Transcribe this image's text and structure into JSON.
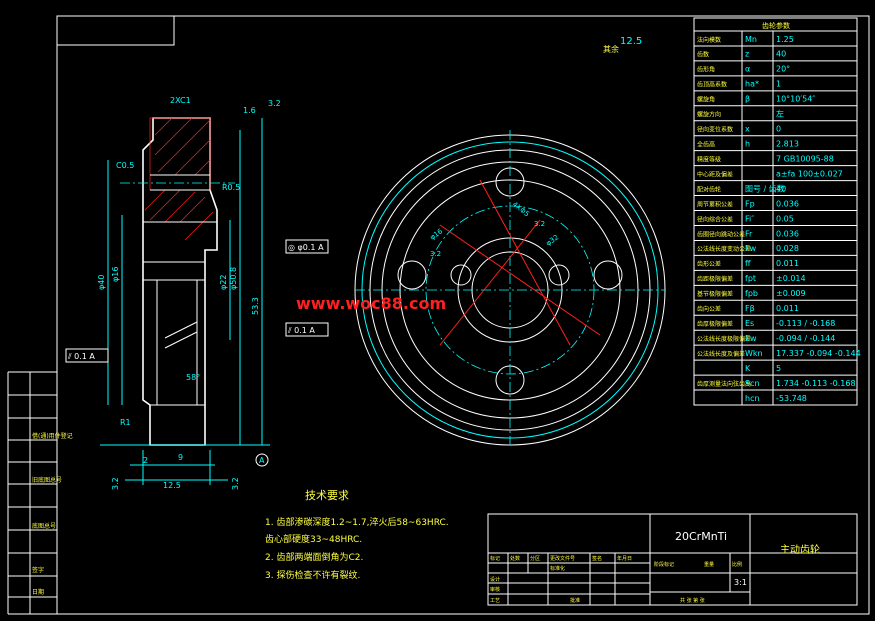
{
  "section_view": {
    "chamfer_top": "2XC1",
    "roughness_1": "1.6",
    "roughness_2": "3.2",
    "chamfer_c05": "C0.5",
    "radius_r05": "R0.5",
    "dim_d40": "φ40",
    "dim_d16": "φ16",
    "dim_d22": "φ22",
    "dim_d508": "φ50.8",
    "dim_533": "53.3",
    "gdt_runout_1": "◎ φ0.1 A",
    "gdt_runout_2": "⫽ 0.1 A",
    "gdt_runout_3": "⫽ 0.1 A",
    "angle_58": "58°",
    "radius_r1": "R1",
    "dim_2": "2",
    "dim_9": "9",
    "dim_125": "12.5",
    "roughness_3": "3.2",
    "roughness_4": "3.2",
    "datum_a": "A"
  },
  "front_view": {
    "roughness_rest": "12.5",
    "rest_label": "其余",
    "dim_holes": "4XΦ5",
    "dim_d16": "φ16",
    "dim_d32": "φ32",
    "dim_32a": "3.2",
    "dim_32b": "3.2"
  },
  "watermark": "www.woc88.com",
  "param_table": {
    "title": "齿轮参数",
    "rows": [
      {
        "name": "法向模数",
        "sym": "Mn",
        "val": "1.25"
      },
      {
        "name": "齿数",
        "sym": "z",
        "val": "40"
      },
      {
        "name": "齿形角",
        "sym": "α",
        "val": "20°"
      },
      {
        "name": "齿顶高系数",
        "sym": "ha*",
        "val": "1"
      },
      {
        "name": "螺旋角",
        "sym": "β",
        "val": "10°10′54″"
      },
      {
        "name": "螺旋方向",
        "sym": "",
        "val": "左"
      },
      {
        "name": "径向变位系数",
        "sym": "x",
        "val": "0"
      },
      {
        "name": "全齿高",
        "sym": "h",
        "val": "2.813"
      },
      {
        "name": "精度等级",
        "sym": "",
        "val": "7 GB10095-88"
      },
      {
        "name": "中心距及偏差",
        "sym": "",
        "val": "a±fa 100±0.027"
      },
      {
        "name": "配对齿轮",
        "sym": "图号 / 齿数",
        "val": "40"
      },
      {
        "name": "周节累积公差",
        "sym": "Fp",
        "val": "0.036"
      },
      {
        "name": "径向综合公差",
        "sym": "Fi″",
        "val": "0.05"
      },
      {
        "name": "齿圈径向跳动公差",
        "sym": "Fr",
        "val": "0.036"
      },
      {
        "name": "公法线长度变动公差",
        "sym": "Fw",
        "val": "0.028"
      },
      {
        "name": "齿形公差",
        "sym": "ff",
        "val": "0.011"
      },
      {
        "name": "齿距极限偏差",
        "sym": "fpt",
        "val": "±0.014"
      },
      {
        "name": "基节极限偏差",
        "sym": "fpb",
        "val": "±0.009"
      },
      {
        "name": "齿向公差",
        "sym": "Fβ",
        "val": "0.011"
      },
      {
        "name": "齿厚极限偏差",
        "sym": "Es",
        "val": "-0.113 / -0.168"
      },
      {
        "name": "公法线长度极限偏差",
        "sym": "Ew",
        "val": "-0.094 / -0.144"
      },
      {
        "name": "公法线长度及偏差",
        "sym": "Wkn",
        "val": "17.337 -0.094 -0.144"
      },
      {
        "name": "",
        "sym": "K",
        "val": "5"
      },
      {
        "name": "齿厚测量法向弦齿高",
        "sym": "Scn",
        "val": "1.734 -0.113 -0.168"
      },
      {
        "name": "",
        "sym": "hcn",
        "val": "-53.748"
      }
    ]
  },
  "tech_req": {
    "title": "技术要求",
    "items": [
      "1. 齿部渗碳深度1.2~1.7,淬火后58~63HRC.",
      "   齿心部硬度33~48HRC.",
      "2. 齿部两端面倒角为C2.",
      "3. 探伤检查不许有裂纹."
    ]
  },
  "title_block": {
    "material": "20CrMnTi",
    "part_name": "主动齿轮",
    "scale": "3:1",
    "col_labels": [
      "标记",
      "处数",
      "分区",
      "更改文件号",
      "签名",
      "年月日"
    ],
    "row_labels": [
      "设计",
      "审核",
      "工艺"
    ],
    "std_label": "标准化",
    "approve_label": "批准",
    "stage_label": "阶段标记",
    "weight_label": "重量",
    "scale_label": "比例",
    "sheet_label": "共 张 第 张"
  },
  "side_strip": {
    "items": [
      "借(通)用件登记",
      "旧底图总号",
      "底图总号",
      "签字",
      "日期"
    ]
  }
}
